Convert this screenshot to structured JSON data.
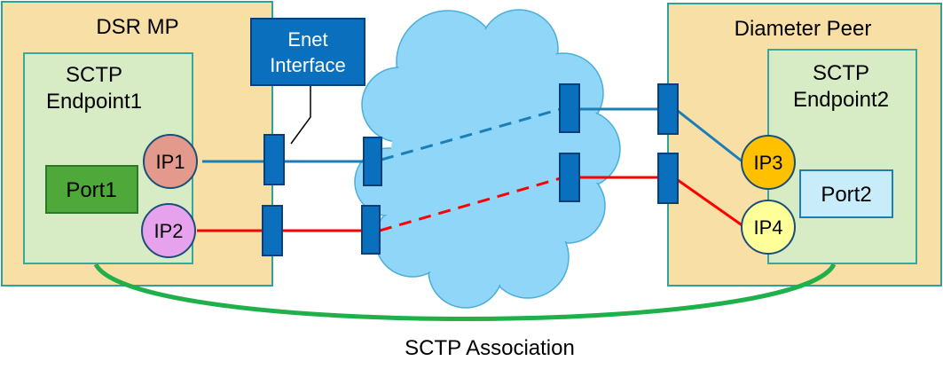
{
  "left_host": {
    "title": "DSR MP"
  },
  "left_endpoint": {
    "line1": "SCTP",
    "line2": "Endpoint1",
    "port": "Port1"
  },
  "right_host": {
    "title": "Diameter Peer"
  },
  "right_endpoint": {
    "line1": "SCTP",
    "line2": "Endpoint2",
    "port": "Port2"
  },
  "ips": {
    "ip1": "IP1",
    "ip2": "IP2",
    "ip3": "IP3",
    "ip4": "IP4"
  },
  "callout": {
    "line1": "Enet",
    "line2": "Interface"
  },
  "association": {
    "label": "SCTP Association"
  },
  "colors": {
    "host_fill": "#f8dfa6",
    "endpoint_fill": "#d7ecc5",
    "endpoint_stroke": "#3aa6a0",
    "port1_fill": "#4fa83a",
    "port2_fill": "#c9ecfa",
    "interface_fill": "#0a6fbd",
    "blue_link": "#1a7fb8",
    "red_link": "#ff0000",
    "association": "#1fb04a",
    "cloud_fill": "#8fd6f9",
    "ip1": "#e39a8c",
    "ip2": "#e7a2ee",
    "ip3": "#ffc000",
    "ip4": "#ffff99"
  }
}
